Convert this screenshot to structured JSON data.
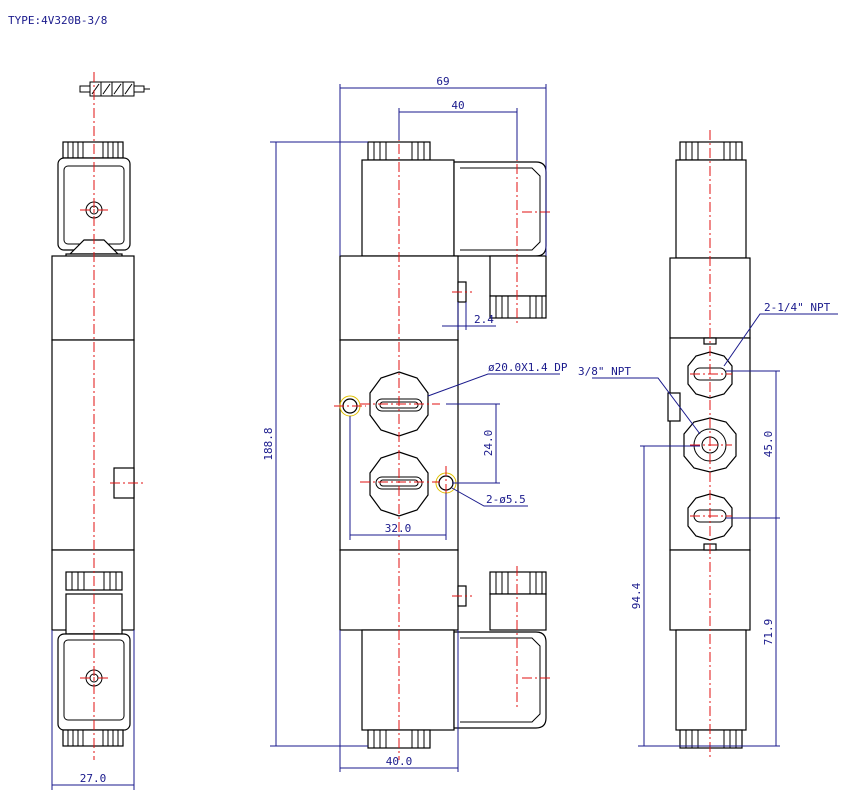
{
  "title": "TYPE:4V320B-3/8",
  "dimensions": {
    "overall_width": "69",
    "coil_offset": "40",
    "total_height": "188.8",
    "port_spacing": "24.0",
    "mount_spacing": "32.0",
    "base_width": "40.0",
    "side_width": "27.0",
    "gap": "2.4",
    "right_spacing": "45.0",
    "height_a": "94.4",
    "height_b": "71.9"
  },
  "callouts": {
    "counterbore": "ø20.0X1.4 DP",
    "mount_holes": "2-ø5.5",
    "pilot_ports": "2-1/4\" NPT",
    "main_port": "3/8\" NPT"
  },
  "colors": {
    "outline": "#000000",
    "dimension": "#1a1a8c",
    "centerline": "#e01010",
    "hole_marker": "#e0c000"
  }
}
